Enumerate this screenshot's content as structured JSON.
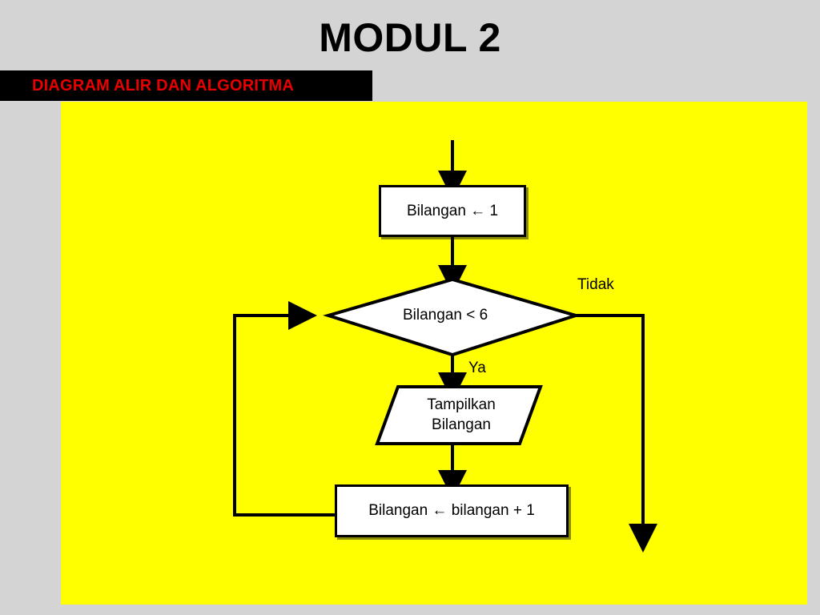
{
  "slide": {
    "title": "MODUL 2",
    "subtitle": "DIAGRAM ALIR DAN ALGORITMA",
    "background_color": "#d4d4d4",
    "canvas_color": "#ffff00",
    "subtitle_bar_color": "#000000",
    "subtitle_text_color": "#e80000"
  },
  "flowchart": {
    "nodes": [
      {
        "id": "assign-init",
        "type": "process",
        "text": "Bilangan  ← 1"
      },
      {
        "id": "decision",
        "type": "decision",
        "text": "Bilangan < 6"
      },
      {
        "id": "output",
        "type": "input-output",
        "line1": "Tampilkan",
        "line2": "Bilangan"
      },
      {
        "id": "increment",
        "type": "process",
        "text": "Bilangan  ← bilangan + 1"
      }
    ],
    "edge_labels": {
      "yes": "Ya",
      "no": "Tidak"
    }
  }
}
